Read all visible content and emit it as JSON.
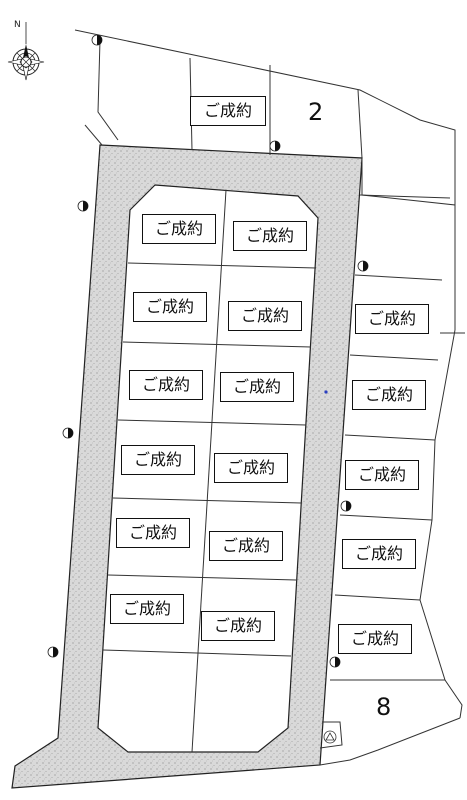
{
  "compass": {
    "north_label": "N"
  },
  "plots": [
    {
      "id": "2",
      "label": "2"
    },
    {
      "id": "8",
      "label": "8"
    }
  ],
  "lots": [
    {
      "id": "lot-top",
      "label": "ご成約"
    },
    {
      "id": "lot-l1",
      "label": "ご成約"
    },
    {
      "id": "lot-c1",
      "label": "ご成約"
    },
    {
      "id": "lot-l2",
      "label": "ご成約"
    },
    {
      "id": "lot-c2",
      "label": "ご成約"
    },
    {
      "id": "lot-r1",
      "label": "ご成約"
    },
    {
      "id": "lot-l3",
      "label": "ご成約"
    },
    {
      "id": "lot-c3",
      "label": "ご成約"
    },
    {
      "id": "lot-r2",
      "label": "ご成約"
    },
    {
      "id": "lot-l4",
      "label": "ご成約"
    },
    {
      "id": "lot-c4",
      "label": "ご成約"
    },
    {
      "id": "lot-r3",
      "label": "ご成約"
    },
    {
      "id": "lot-l5",
      "label": "ご成約"
    },
    {
      "id": "lot-c5",
      "label": "ご成約"
    },
    {
      "id": "lot-r4",
      "label": "ご成約"
    },
    {
      "id": "lot-l6",
      "label": "ご成約"
    },
    {
      "id": "lot-c6",
      "label": "ご成約"
    },
    {
      "id": "lot-r5",
      "label": "ご成約"
    }
  ]
}
